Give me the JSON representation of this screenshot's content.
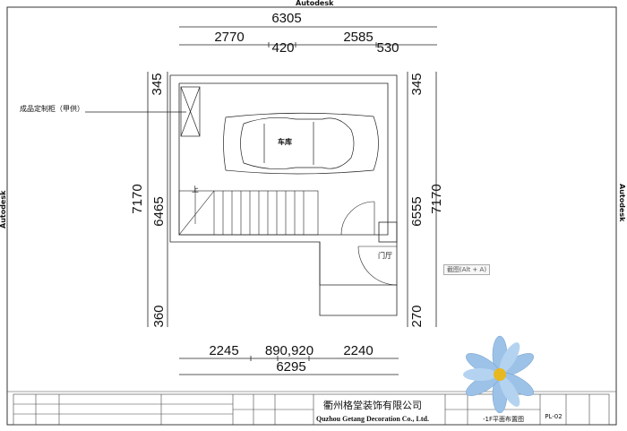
{
  "watermark": "Autodesk",
  "dims": {
    "top_total": "6305",
    "top_a": "2770",
    "top_b": "420",
    "top_c": "2585",
    "top_d": "530",
    "left_total": "7170",
    "left_top": "345",
    "left_mid": "6465",
    "left_bottom": "360",
    "right_total": "7170",
    "right_top": "345",
    "right_mid": "6555",
    "right_bottom": "270",
    "bottom_a": "2245",
    "bottom_b": "890,920",
    "bottom_c": "2240",
    "bottom_total": "6295"
  },
  "rooms": {
    "garage": "车库",
    "foyer": "门厅",
    "stairs_up": "上"
  },
  "callout": "成品定制柜（甲供）",
  "tooltip": "截图(Alt + A)",
  "title_block": {
    "company_cn": "衢州格堂装饰有限公司",
    "company_en": "Quzhou Getang Decoration Co., Ltd.",
    "drawing_name": "-1F平面布置图",
    "drawing_no": "PL-02"
  },
  "colors": {
    "line": "#222222",
    "flower": "#8fb8e0",
    "flower_center": "#e8b820"
  }
}
